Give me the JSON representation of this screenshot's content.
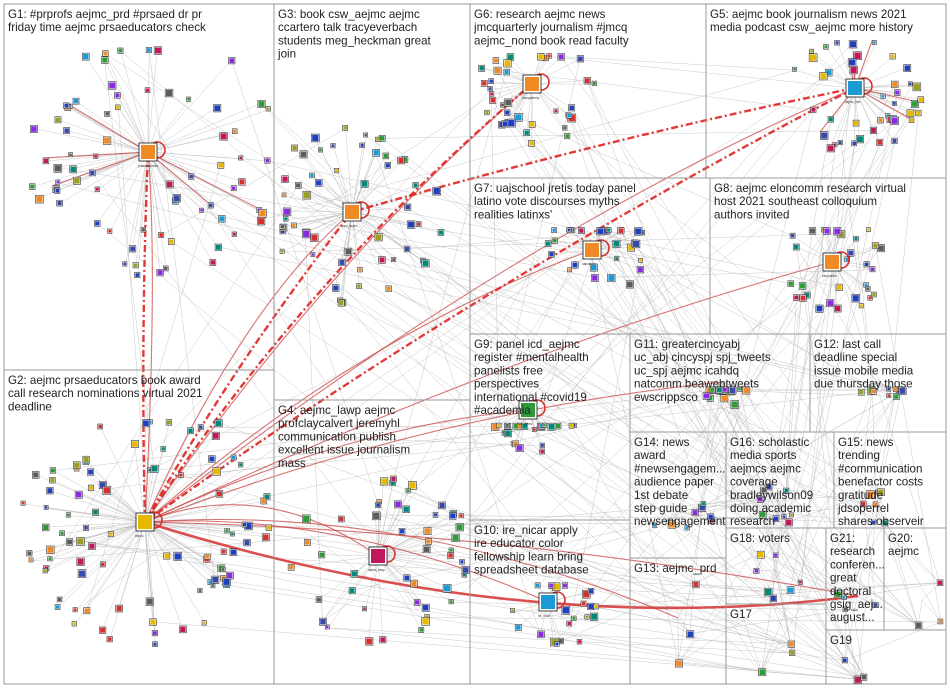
{
  "groups": [
    {
      "id": "G1",
      "label": "G1: #prprofs aejmc_prd #prsaed dr pr friday time aejmc prsaeducators check"
    },
    {
      "id": "G2",
      "label": "G2: aejmc prsaeducators book award call research nominations virtual 2021 deadline"
    },
    {
      "id": "G3",
      "label": "G3: book csw_aejmc aejmc ccartero talk tracyeverbach students meg_heckman great join"
    },
    {
      "id": "G4",
      "label": "G4: aejmc_lawp aejmc profclaycalvert jeremyhl communication publish excellent issue journalism mass"
    },
    {
      "id": "G5",
      "label": "G5: aejmc book journalism news 2021 media podcast csw_aejmc more history"
    },
    {
      "id": "G6",
      "label": "G6: research aejmc news jmcquarterly journalism #jmcq aejmc_nond book read faculty"
    },
    {
      "id": "G7",
      "label": "G7: uajschool jretis today panel latino vote discourses myths realities latinxs'"
    },
    {
      "id": "G8",
      "label": "G8: aejmc eloncomm research virtual host 2021 southeast colloquium authors invited"
    },
    {
      "id": "G9",
      "label": "G9: panel icd_aejmc register #mentalhealth panelists free perspectives international #covid19 #academia"
    },
    {
      "id": "G10",
      "label": "G10: ire_nicar apply ire educator color fellowship learn bring spreadsheet database"
    },
    {
      "id": "G11",
      "label": "G11: greatercincyabj uc_abj cincyspj spj_tweets uc_spj aejmc icahdq natcomm beawebtweets ewscrippsco"
    },
    {
      "id": "G12",
      "label": "G12: last call deadline special issue mobile media due thursday those"
    },
    {
      "id": "G13",
      "label": "G13: aejmc_prd"
    },
    {
      "id": "G14",
      "label": "G14: news award #newsengagem... audience paper 1st debate step guide newsengagement"
    },
    {
      "id": "G15",
      "label": "G15: news trending #communication benefactor costs gratitude jdsoperrel shares observeir"
    },
    {
      "id": "G16",
      "label": "G16: scholastic media sports aejmcs aejmc coverage bradleywilson09 doing academic research"
    },
    {
      "id": "G17",
      "label": "G17"
    },
    {
      "id": "G18",
      "label": "G18: voters"
    },
    {
      "id": "G19",
      "label": "G19"
    },
    {
      "id": "G20",
      "label": "G20: aejmc"
    },
    {
      "id": "G21",
      "label": "G21: research conferen... great doctoral gsig_aej... august..."
    }
  ],
  "hub_labels": {
    "G1": "prsaeducators",
    "G2": "aejmc",
    "G3": "csw_aejmc",
    "G5": "aejmc_hist",
    "G6": "jmcquarterly",
    "G7": "uajschool",
    "G8": "eloncomm",
    "G9": "icd_aejmc",
    "G10": "ire_nicar",
    "G4": "aejmc_lawp"
  },
  "colors": {
    "node_palette": [
      "#1f3fbf",
      "#d63030",
      "#2e9a3a",
      "#e6b800",
      "#8a2be2",
      "#1a9bd6",
      "#f08a24",
      "#5c5c5c",
      "#c2185b",
      "#00897b",
      "#9e9d24",
      "#3949ab"
    ],
    "edge_gray": "#b4b4b4",
    "edge_red": "#d63030",
    "box": "#9a9a9a"
  }
}
